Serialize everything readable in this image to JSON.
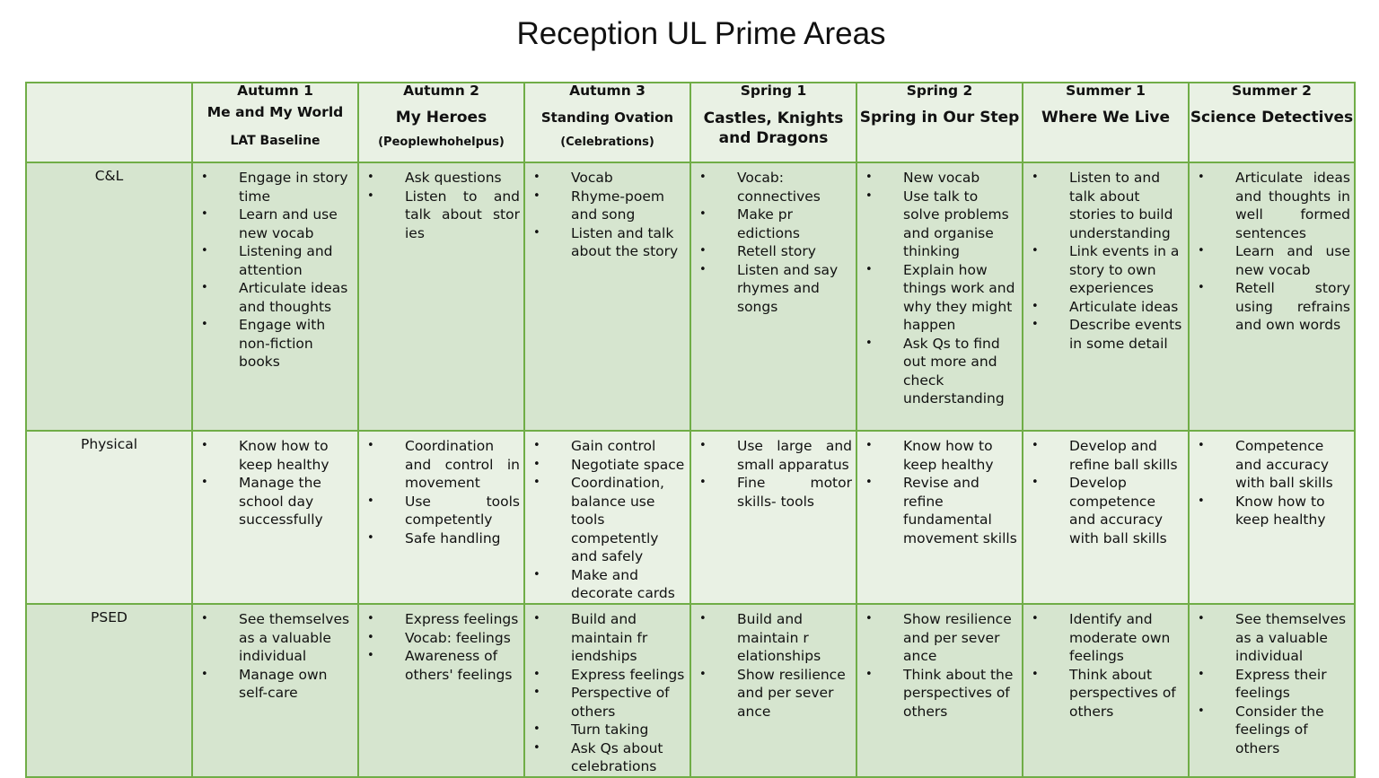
{
  "title": "Reception UL Prime Areas",
  "columns": [
    {
      "term": "Autumn 1",
      "theme": "Me and My World",
      "note": "LAT Baseline"
    },
    {
      "term": "Autumn 2",
      "theme": "My Heroes",
      "note": "(Peoplewhohelpus)"
    },
    {
      "term": "Autumn 3",
      "theme": "Standing Ovation",
      "note": "(Celebrations)"
    },
    {
      "term": "Spring 1",
      "theme": "Castles, Knights and Dragons",
      "note": ""
    },
    {
      "term": "Spring 2",
      "theme": "Spring in Our Step",
      "note": ""
    },
    {
      "term": "Summer 1",
      "theme": "Where We Live",
      "note": ""
    },
    {
      "term": "Summer 2",
      "theme": "Science Detectives",
      "note": ""
    }
  ],
  "rows": [
    {
      "label": "C&L",
      "cells": [
        [
          "Engage in story time",
          "Learn and use new vocab",
          "Listening and attention",
          "Articulate ideas and thoughts",
          "Engage with non-fiction books"
        ],
        [
          "Ask questions",
          "Listen to and talk about stor ies"
        ],
        [
          "Vocab",
          "Rhyme-poem and song",
          "Listen and talk about the story"
        ],
        [
          "Vocab: connectives",
          "Make pr edictions",
          "Retell story",
          "Listen and say rhymes and songs"
        ],
        [
          "New vocab",
          "Use talk to solve problems and organise thinking",
          "Explain how things work and why they might happen",
          "Ask Qs to find out more and check understanding"
        ],
        [
          "Listen to and talk about stories to build understanding",
          "Link events in a story to own experiences",
          "Articulate ideas",
          "Describe events in some detail"
        ],
        [
          "Articulate ideas and thoughts in well formed sentences",
          "Learn and use new vocab",
          "Retell story using refrains and own words"
        ]
      ]
    },
    {
      "label": "Physical",
      "cells": [
        [
          "Know how to keep healthy",
          "Manage the school day successfully"
        ],
        [
          "Coordination and control in movement",
          "Use tools competently",
          "Safe handling"
        ],
        [
          "Gain control",
          "Negotiate space",
          "Coordination, balance use tools competently and safely",
          "Make and decorate cards"
        ],
        [
          "Use large and small apparatus",
          "Fine motor skills- tools"
        ],
        [
          "Know how to keep healthy",
          "Revise and refine fundamental movement skills"
        ],
        [
          "Develop and refine ball skills",
          "Develop competence and accuracy with ball skills"
        ],
        [
          "Competence and accuracy with ball skills",
          "Know how to keep healthy"
        ]
      ]
    },
    {
      "label": "PSED",
      "cells": [
        [
          "See themselves as a valuable individual",
          "Manage own self-care"
        ],
        [
          "Express feelings",
          "Vocab: feelings",
          "Awareness of others' feelings"
        ],
        [
          "Build and maintain fr iendships",
          "Express feelings",
          "Perspective of others",
          "Turn taking",
          "Ask Qs about celebrations"
        ],
        [
          "Build and maintain r elationships",
          "Show resilience and per sever ance"
        ],
        [
          "Show resilience and per sever ance",
          "Think about the perspectives of others"
        ],
        [
          "Identify and moderate own feelings",
          "Think about perspectives of others"
        ],
        [
          "See themselves as a valuable individual",
          "Express their feelings",
          "Consider the feelings of others"
        ]
      ]
    }
  ]
}
